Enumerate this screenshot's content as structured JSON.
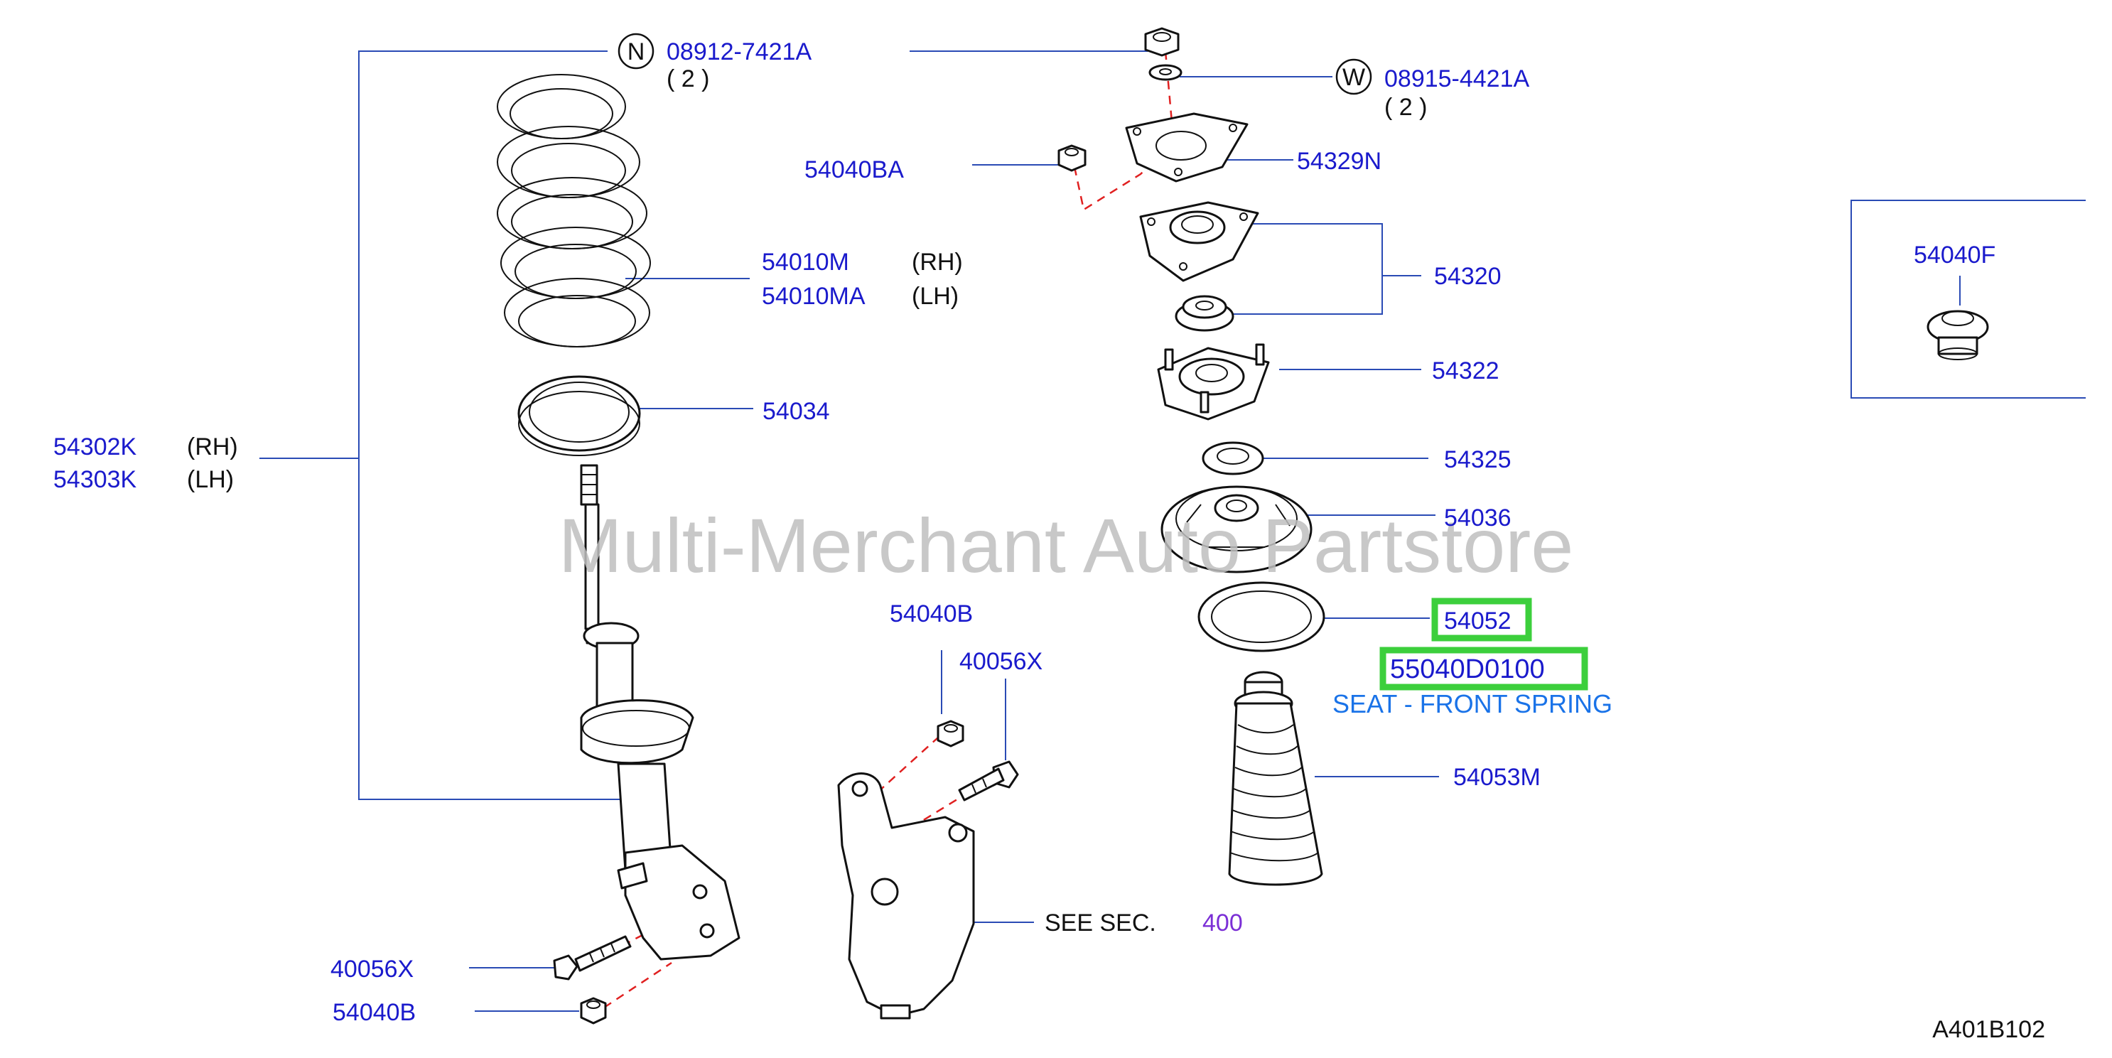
{
  "watermark": "Multi-Merchant Auto Partstore",
  "diagram_code": "A401B102",
  "labels": {
    "n_symbol": "N",
    "w_symbol": "W",
    "p_08912": "08912-7421A",
    "q_08912": "( 2 )",
    "p_08915": "08915-4421A",
    "q_08915": "( 2 )",
    "p_54040BA": "54040BA",
    "p_54329N": "54329N",
    "p_54010M": "54010M",
    "s_54010M": "(RH)",
    "p_54010MA": "54010MA",
    "s_54010MA": "(LH)",
    "p_54320": "54320",
    "p_54322": "54322",
    "p_54034": "54034",
    "p_54302K": "54302K",
    "s_54302K": "(RH)",
    "p_54303K": "54303K",
    "s_54303K": "(LH)",
    "p_54325": "54325",
    "p_54036": "54036",
    "p_54052": "54052",
    "p_55040D0100": "55040D0100",
    "cap_seat": "SEAT - FRONT SPRING",
    "p_54040B_top": "54040B",
    "p_40056X_top": "40056X",
    "p_54053M": "54053M",
    "see_sec": "SEE   SEC.",
    "sec_num": "400",
    "p_40056X_bottom": "40056X",
    "p_54040B_bottom": "54040B",
    "p_54040F": "54040F"
  },
  "colors": {
    "part_number": "#1a1acc",
    "caption": "#1a73e8",
    "section_number": "#7b2fd6",
    "highlight": "#3ccf3c",
    "leader": "#2a4bb5",
    "dashed": "#e02020"
  }
}
